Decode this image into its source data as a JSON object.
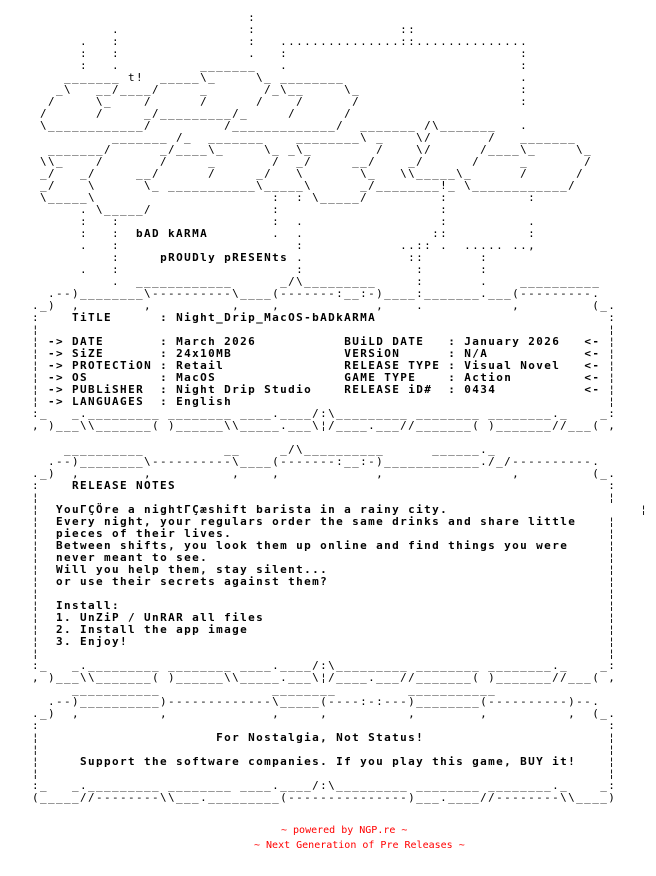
{
  "art_lines": [
    "",
    "                               :",
    "              .                :                  ::",
    "          .   :                :   ...............::..............",
    "          :   :                .   :                             :",
    "          :   .          _______   .                             :",
    "        _______ t!  _____\\_     \\_ ________                      .",
    "       _\\   __/____/     _       /_\\__     \\_                    :",
    "      /     \\_    /      /      /    /      /                    :",
    "     /      /     _/_________/_     /      /",
    "     \\____________/         /_____________/  _______ /\\_______   .",
    "              _______ /_  _______    ________\\ _    \\/       /   _______",
    "      _______/      _/____\\_     \\_ _\\_        /    \\/      /____\\_     \\_",
    "     \\\\_    /       /     _       /  _/     __/    _/      /     _       /",
    "     _/   _/     __/      /     _/   \\       \\_   \\\\_____\\_      /      /",
    "     _/    \\      \\_ ___________\\_____\\      _/________!_ \\____________/",
    "     \\_____\\                      :  : \\_____/         :          :",
    "          . \\_____/               :                    :",
    "          :   :                   :  .                 :          .",
    "          :   :                   .  .                ::          :",
    "          .   :                      :            ..:: .  ..... ..,",
    "              :                      .             ::       :",
    "          .   :                      :              :       :",
    "              .  ____________      _/\\_________     :       .    __________",
    "      .--)________\\----------\\____(-------:__:-)____:_______.___(---------.",
    "    ._)  ,        ,          ,    ,            ,    .           ,         (_.",
    "    :                                                                       :",
    "    ¦                                                                       ¦",
    "    ¦                                                                       ¦",
    "    ¦                                                                       ¦",
    "    ¦                                                                       ¦",
    "    ¦                                                                       ¦",
    "    ¦                                                                       ¦",
    "    ¦                                                                       ¦",
    "    :_   _._________ ________ ____.____/:\\_________ ________ ________._    _:",
    "    , )___\\\\_______( )______\\\\_____.___\\¦/____.___//_______( )_______//___( ,",
    "",
    "        __________          __     _/\\__________      ______._",
    "      .--)________\\----------\\____(-------:__:-)____________./_/----------.",
    "    ._)  ,        ,          ,    ,            ,                ,         (_.",
    "    :                                                                       :",
    "    ¦                                                                       ¦",
    "    ¦                                                                           ¦",
    "    ¦                                                                       ¦",
    "    ¦                                                                       ¦",
    "    ¦                                                                       ¦",
    "    ¦                                                                       ¦",
    "    ¦                                                                       ¦",
    "    ¦                                                                       ¦",
    "    ¦                                                                       ¦",
    "    ¦                                                                       ¦",
    "    ¦                                                                       ¦",
    "    ¦                                                                       ¦",
    "    ¦                                                                       ¦",
    "    ¦                                                                       ¦",
    "    :_   _._________ ________ ____.____/:\\_________ ________ ________._    _:",
    "    , )___\\\\_______( )______\\\\_____.___\\¦/____.___//_______( )_______//___( ,",
    "         ___________              ________         ___________",
    "      .--)__________)-------------\\_____(----:-:---)________(----------)--.",
    "    ._)  ,          ,             ,     ,          ,        ,          ,  (_.",
    "    :                                                                       :",
    "    ¦                                                                       ¦",
    "    ¦                                                                       ¦",
    "    ¦                                                                       ¦",
    "    ¦                                                                       ¦",
    "    :_   _._________ ________ ____.____/:\\_________ ________ ________._    _:",
    "    (_____//--------\\\\___._________(---------------)___.____//--------\\\\____)"
  ],
  "header": {
    "group": "bAD kARMA",
    "presents": "pROUDly pRESENts"
  },
  "info": {
    "title_label": "TiTLE",
    "title_value": "Night_Drip_MacOS-bADkARMA",
    "sep": ":",
    "arrow_in": "->",
    "arrow_out": "<-",
    "left": [
      {
        "label": "DATE",
        "value": "March 2026"
      },
      {
        "label": "SiZE",
        "value": "24x10MB"
      },
      {
        "label": "PROTECTiON",
        "value": "Retail"
      },
      {
        "label": "OS",
        "value": "MacOS"
      },
      {
        "label": "PUBLiSHER",
        "value": "Night Drip Studio"
      },
      {
        "label": "LANGUAGES",
        "value": "English"
      }
    ],
    "right": [
      {
        "label": "BUiLD DATE",
        "value": "January 2026"
      },
      {
        "label": "VERSiON",
        "value": "N/A"
      },
      {
        "label": "RELEASE TYPE",
        "value": "Visual Novel"
      },
      {
        "label": "GAME TYPE",
        "value": "Action"
      },
      {
        "label": "RELEASE iD#",
        "value": "0434"
      }
    ]
  },
  "notes": {
    "heading": "RELEASE NOTES",
    "lines": [
      "YouΓÇÖre a nightΓÇæshift barista in a rainy city.",
      "Every night, your regulars order the same drinks and share little",
      "pieces of their lives.",
      "Between shifts, you look them up online and find things you were",
      "never meant to see.",
      "Will you help them, stay silent...",
      "or use their secrets against them?"
    ],
    "install_heading": "Install:",
    "install_steps": [
      "1. UnZiP / UnRAR all files",
      "2. Install the app image",
      "3. Enjoy!"
    ]
  },
  "closing": {
    "motto": "For Nostalgia, Not Status!",
    "support": "Support the software companies. If you play this game, BUY it!"
  },
  "footer": {
    "powered": "~ powered by NGP.re ~",
    "tagline": "~ Next Generation of Pre Releases ~"
  },
  "colors": {
    "text": "#000000",
    "footer": "#ff0000",
    "background": "#ffffff"
  }
}
